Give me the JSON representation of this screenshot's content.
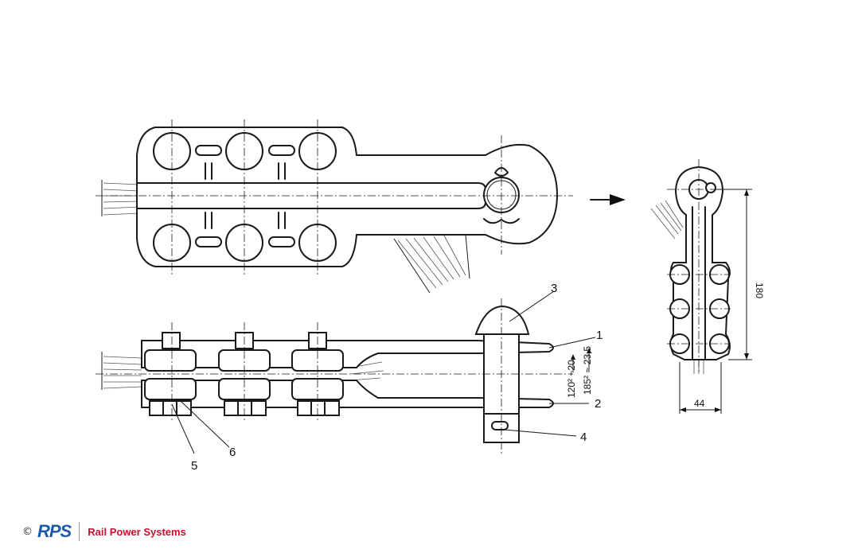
{
  "callouts": {
    "c1": "1",
    "c2": "2",
    "c3": "3",
    "c4": "4",
    "c5": "5",
    "c6": "6"
  },
  "dimensions": {
    "cross_section_a": "120² ~20",
    "cross_section_b": "185² ~ 23,5",
    "height": "180",
    "width": "44"
  },
  "footer": {
    "copyright": "©",
    "logo": "RPS",
    "brand": "Rail Power Systems",
    "brand_color": "#c8102e",
    "logo_color": "#1e5aa8"
  }
}
